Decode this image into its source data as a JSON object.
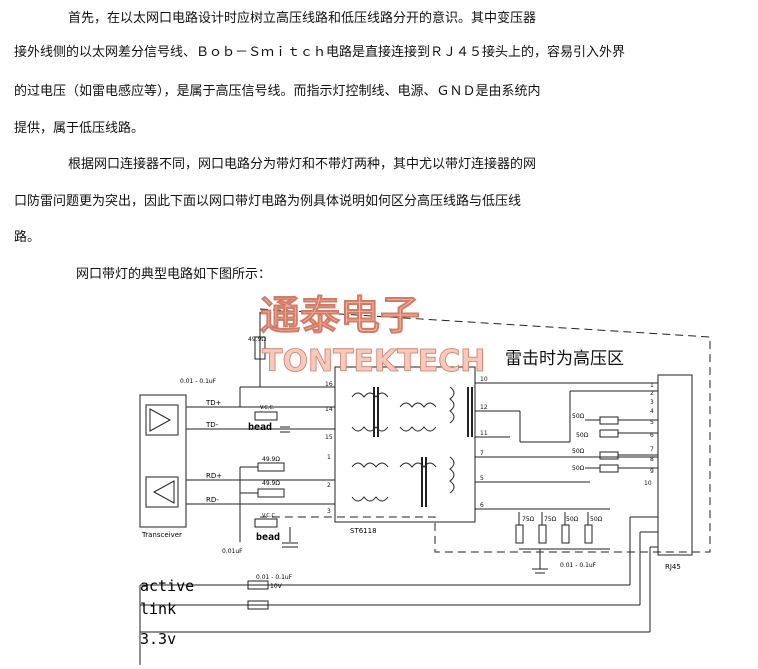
{
  "paragraphs": [
    "首先，在以太网口电路设计时应树立高压线路和低压线路分开的意识。其中变压器",
    "接外线侧的以太网差分信号线、Ｂｏｂ－Ｓｍｉｔｃｈ电路是直接连接到ＲＪ４５接头上的，容易引入外界",
    "的过电压（如雷电感应等），是属于高压信号线。而指示灯控制线、电源、ＧＮＤ是由系统内",
    "提供，属于低压线路。",
    "根据网口连接器不同，网口电路分为带灯和不带灯两种，其中尤以带灯连接器的网",
    "口防雷问题更为突出，因此下面以网口带灯电路为例具体说明如何区分高压线路与低压线",
    "路。",
    "网口带灯的典型电路如下图所示："
  ],
  "figure": {
    "watermark_cn": "通泰电子",
    "watermark_en": "TONTEKTECH",
    "high_voltage_label": "雷击时为高压区",
    "transceiver_label": "Transceiver",
    "chip_label": "ST6118",
    "rj45_label": "RJ45",
    "td_plus": "TD+",
    "td_minus": "TD-",
    "rd_plus": "RD+",
    "rd_minus": "RD-",
    "bead": "bead",
    "vcc": "V.C.C.",
    "r_49_9": "49.9Ω",
    "r_50": "50Ω",
    "r_75": "75Ω",
    "cap_top": "0.01 - 0.1uF",
    "cap_001": "0.01uF",
    "cap_bottom": "0.01 - 0.1uF",
    "cap_left": "0.01 - 0.1uF",
    "cap_10v": "10V",
    "active": "active",
    "link": "link",
    "v33": "3.3v",
    "chip_pins": [
      "16",
      "14",
      "15",
      "1",
      "2",
      "3",
      "10",
      "12",
      "11",
      "7",
      "5",
      "6"
    ],
    "rj_pins": [
      "1",
      "2",
      "3",
      "4",
      "5",
      "6",
      "7",
      "8",
      "9",
      "10"
    ]
  }
}
